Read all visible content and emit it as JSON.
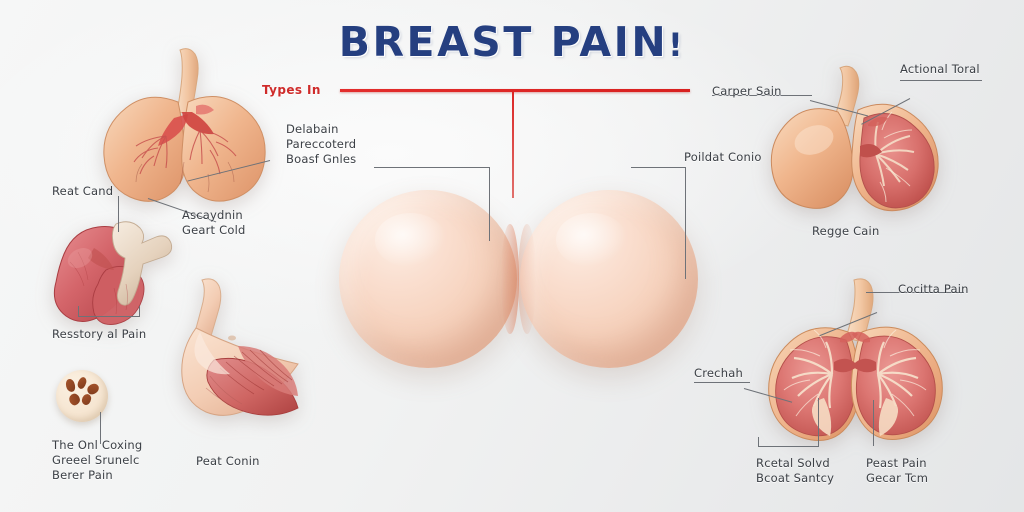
{
  "header": {
    "title_main": "BREAST PAIN",
    "title_bang": "!"
  },
  "divider": {
    "accent_color": "#dd2423",
    "line_color": "#6e7278"
  },
  "palette": {
    "background": "#f1f2f2",
    "title_navy": "#253f80",
    "accent_red": "#dd2423",
    "label_gray": "#3c4046",
    "flesh_light": "#f6d2bd",
    "flesh_mid": "#efb592",
    "organ_red": "#d8605d",
    "organ_deep_red": "#b8322f",
    "cream": "#f3e3cd"
  },
  "labels": {
    "types_in": "Types In",
    "left_upper": "Delabain\nPareccoterd\nBoasf Gnles",
    "left_heart": "Reat Cand",
    "left_ascaydnin": "Ascaydnin\nGeart Cold",
    "left_resstory": "Resstory al Pain",
    "left_onl_coxing": "The Onl Coxing\nGreeel Srunelc\nBerer Pain",
    "left_peat_conin": "Peat Conin",
    "right_carper": "Carper Sain",
    "right_actional": "Actional Toral",
    "right_poildat": "Poildat Conio",
    "right_regge": "Regge Cain",
    "right_cocitta": "Cocitta Pain",
    "right_crechah": "Crechah",
    "right_rcetal": "Rcetal Solvd\nBcoat Santcy",
    "right_peast": "Peast Pain\nGecar Tcm"
  },
  "figures": {
    "top_left_organ": "paired-lobed-organ-model",
    "mid_left_heart": "heart-muscle-specimen",
    "seed_disc": "organ-cross-section-disc",
    "lower_left_stomach": "stomach-fanned-specimen",
    "center_left_breast": "breast-form-left",
    "center_right_breast": "breast-form-right",
    "top_right_organ": "half-sectioned-organ-model",
    "bottom_right_organ": "bisected-lobed-organ-model"
  }
}
